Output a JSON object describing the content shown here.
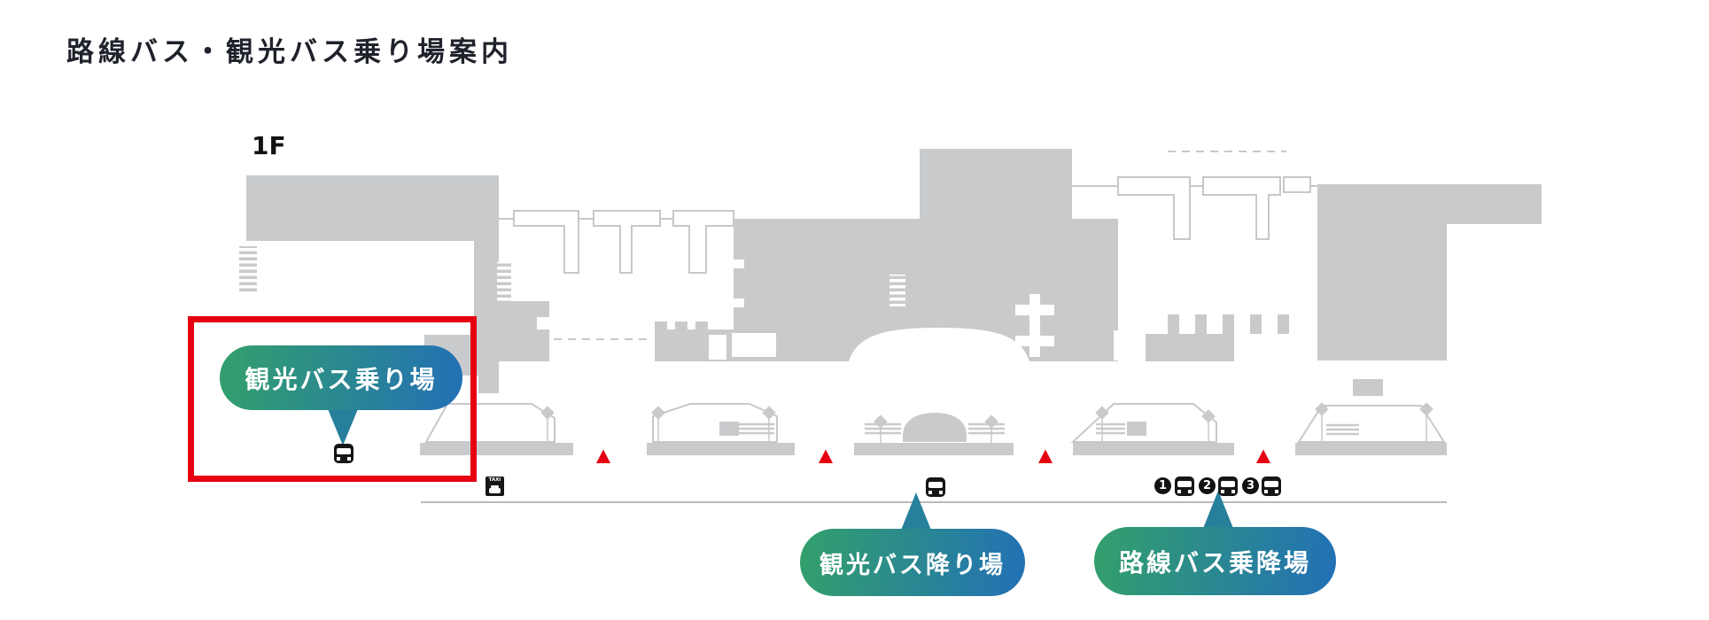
{
  "header": {
    "title": "路線バス・観光バス乗り場案内"
  },
  "map": {
    "floor_label": "1F",
    "badges": [
      {
        "id": "sightseeing-bus-boarding",
        "label": "観光バス乗り場",
        "tail": "down",
        "highlighted": true
      },
      {
        "id": "sightseeing-bus-dropoff",
        "label": "観光バス降り場",
        "tail": "up",
        "highlighted": false
      },
      {
        "id": "route-bus-stop",
        "label": "路線バス乗降場",
        "tail": "up",
        "highlighted": false
      }
    ],
    "bus_stop_numbers": [
      "1",
      "2",
      "3"
    ],
    "taxi_icon_label": "TAXI",
    "markers": {
      "crossing_triangle_count": 4
    },
    "colors": {
      "highlight_red": "#e60012",
      "marker_red": "#e60012",
      "badge_gradient_green": "#33a06b",
      "badge_gradient_blue": "#2270b6",
      "badge_tail_teal": "#26809b",
      "building_gray": "#c8cacc",
      "icon_black": "#161616"
    }
  }
}
